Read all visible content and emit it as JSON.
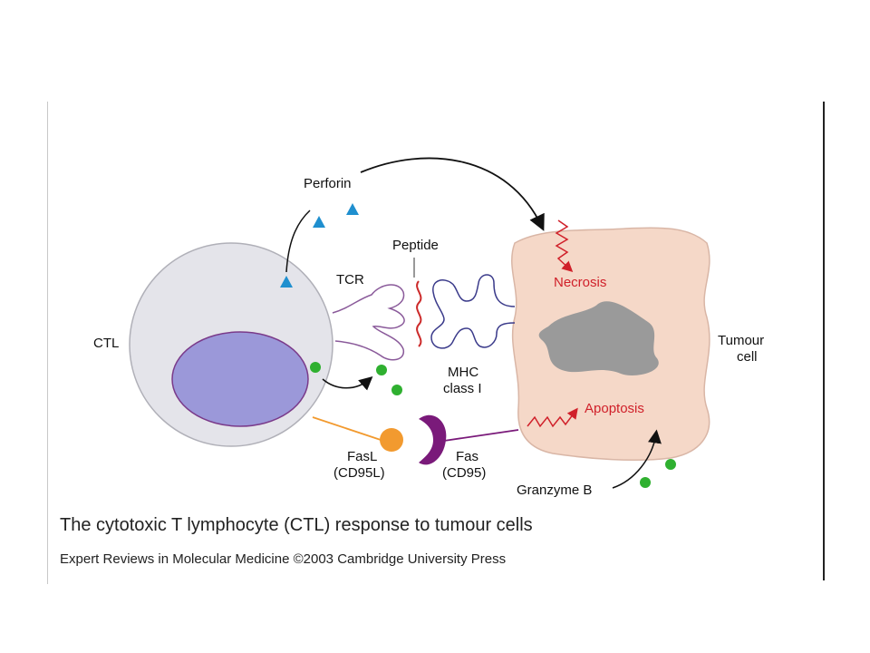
{
  "labels": {
    "perforin": "Perforin",
    "peptide": "Peptide",
    "tcr": "TCR",
    "ctl": "CTL",
    "necrosis": "Necrosis",
    "tumour_line1": "Tumour",
    "tumour_line2": "cell",
    "mhc_line1": "MHC",
    "mhc_line2": "class I",
    "apoptosis": "Apoptosis",
    "fasl_line1": "FasL",
    "fasl_line2": "(CD95L)",
    "fas_line1": "Fas",
    "fas_line2": "(CD95)",
    "granzyme": "Granzyme B"
  },
  "caption": {
    "title": "The cytotoxic T lymphocyte (CTL) response to tumour cells",
    "credit": "Expert Reviews in Molecular Medicine ©2003 Cambridge University Press"
  },
  "colors": {
    "ctl_cell": "#e4e4ea",
    "nucleus": "#9b98d9",
    "tumour_cell": "#f5d8c8",
    "tumour_nucleus": "#9a9a9a",
    "perforin": "#1f8fcf",
    "granzyme": "#2fb030",
    "fasl": "#f29a2f",
    "fas": "#7a1a7a",
    "peptide": "#cc2a2a",
    "receptor": "#8a5a9a",
    "mhc": "#3a3a8a",
    "text_red": "#d0202a"
  }
}
